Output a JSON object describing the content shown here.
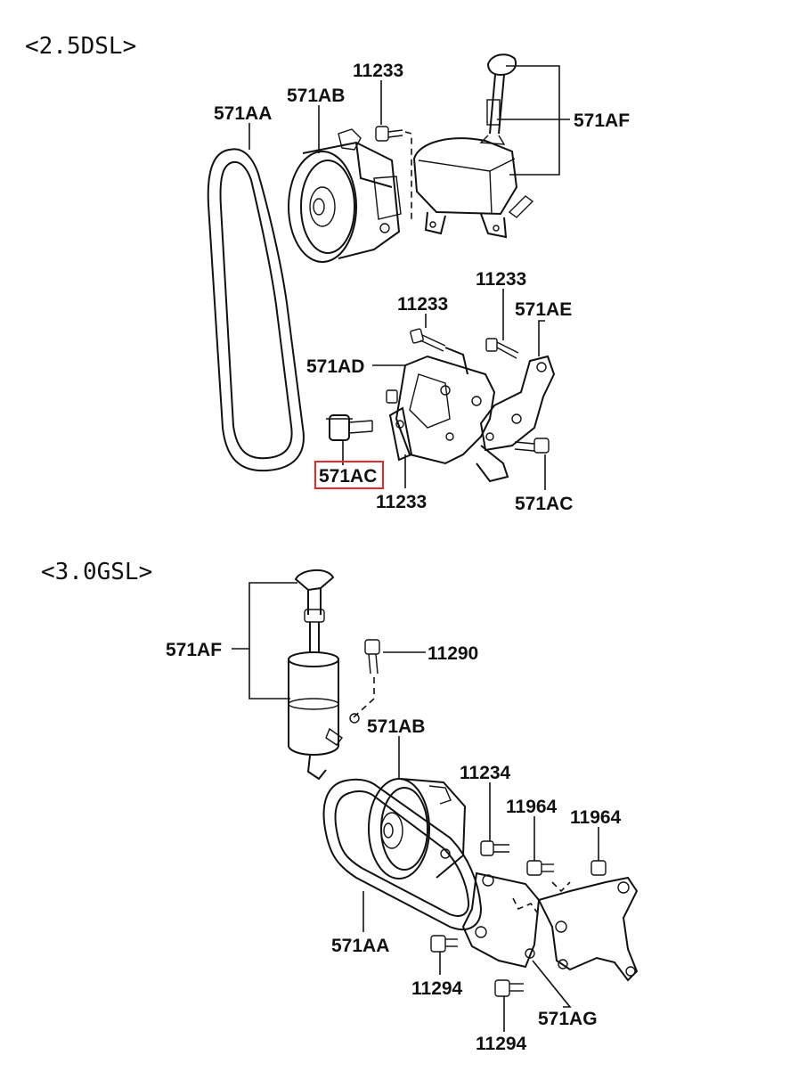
{
  "sections": [
    {
      "title": "<2.5DSL>",
      "labels": [
        "571AA",
        "571AB",
        "11233",
        "571AF",
        "11233",
        "571AE",
        "11233",
        "571AD",
        "571AC",
        "11233",
        "571AC"
      ]
    },
    {
      "title": "<3.0GSL>",
      "labels": [
        "571AF",
        "11290",
        "571AB",
        "11234",
        "11964",
        "11964",
        "571AA",
        "11294",
        "571AG",
        "11294"
      ]
    }
  ],
  "highlight": {
    "label": "571AC",
    "color": "#e8262b"
  }
}
